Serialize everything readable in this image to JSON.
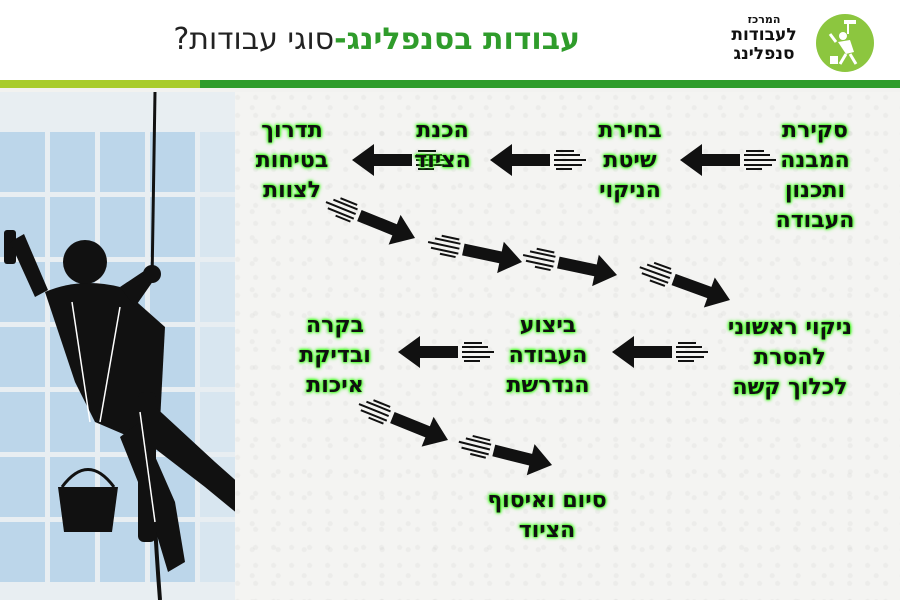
{
  "header": {
    "title_main": "עבודות בסנפלינג",
    "title_sep": "-",
    "title_sub": "סוגי עבודות?"
  },
  "logo": {
    "line1": "המרכז",
    "line2": "לעבודות",
    "line3": "סנפלינג"
  },
  "colors": {
    "brand_green": "#2f9c2b",
    "accent_lime": "#a8cc2b",
    "glow": "#39ff14"
  },
  "steps": [
    {
      "lines": [
        "סקירת",
        "המבנה",
        "ותכנון",
        "העבודה"
      ]
    },
    {
      "lines": [
        "בחירת",
        "שיטת",
        "הניקוי"
      ]
    },
    {
      "lines": [
        "הכנת",
        "הציוד"
      ]
    },
    {
      "lines": [
        "תדרוך",
        "בטיחות",
        "לצוות"
      ]
    },
    {
      "lines": [
        "ניקוי ראשוני",
        "להסרת",
        "לכלוך קשה"
      ]
    },
    {
      "lines": [
        "ביצוע",
        "העבודה",
        "הנדרשת"
      ]
    },
    {
      "lines": [
        "בקרה",
        "ובדיקת",
        "איכות"
      ]
    },
    {
      "lines": [
        "סיום ואיסוף",
        "הציוד"
      ]
    }
  ]
}
